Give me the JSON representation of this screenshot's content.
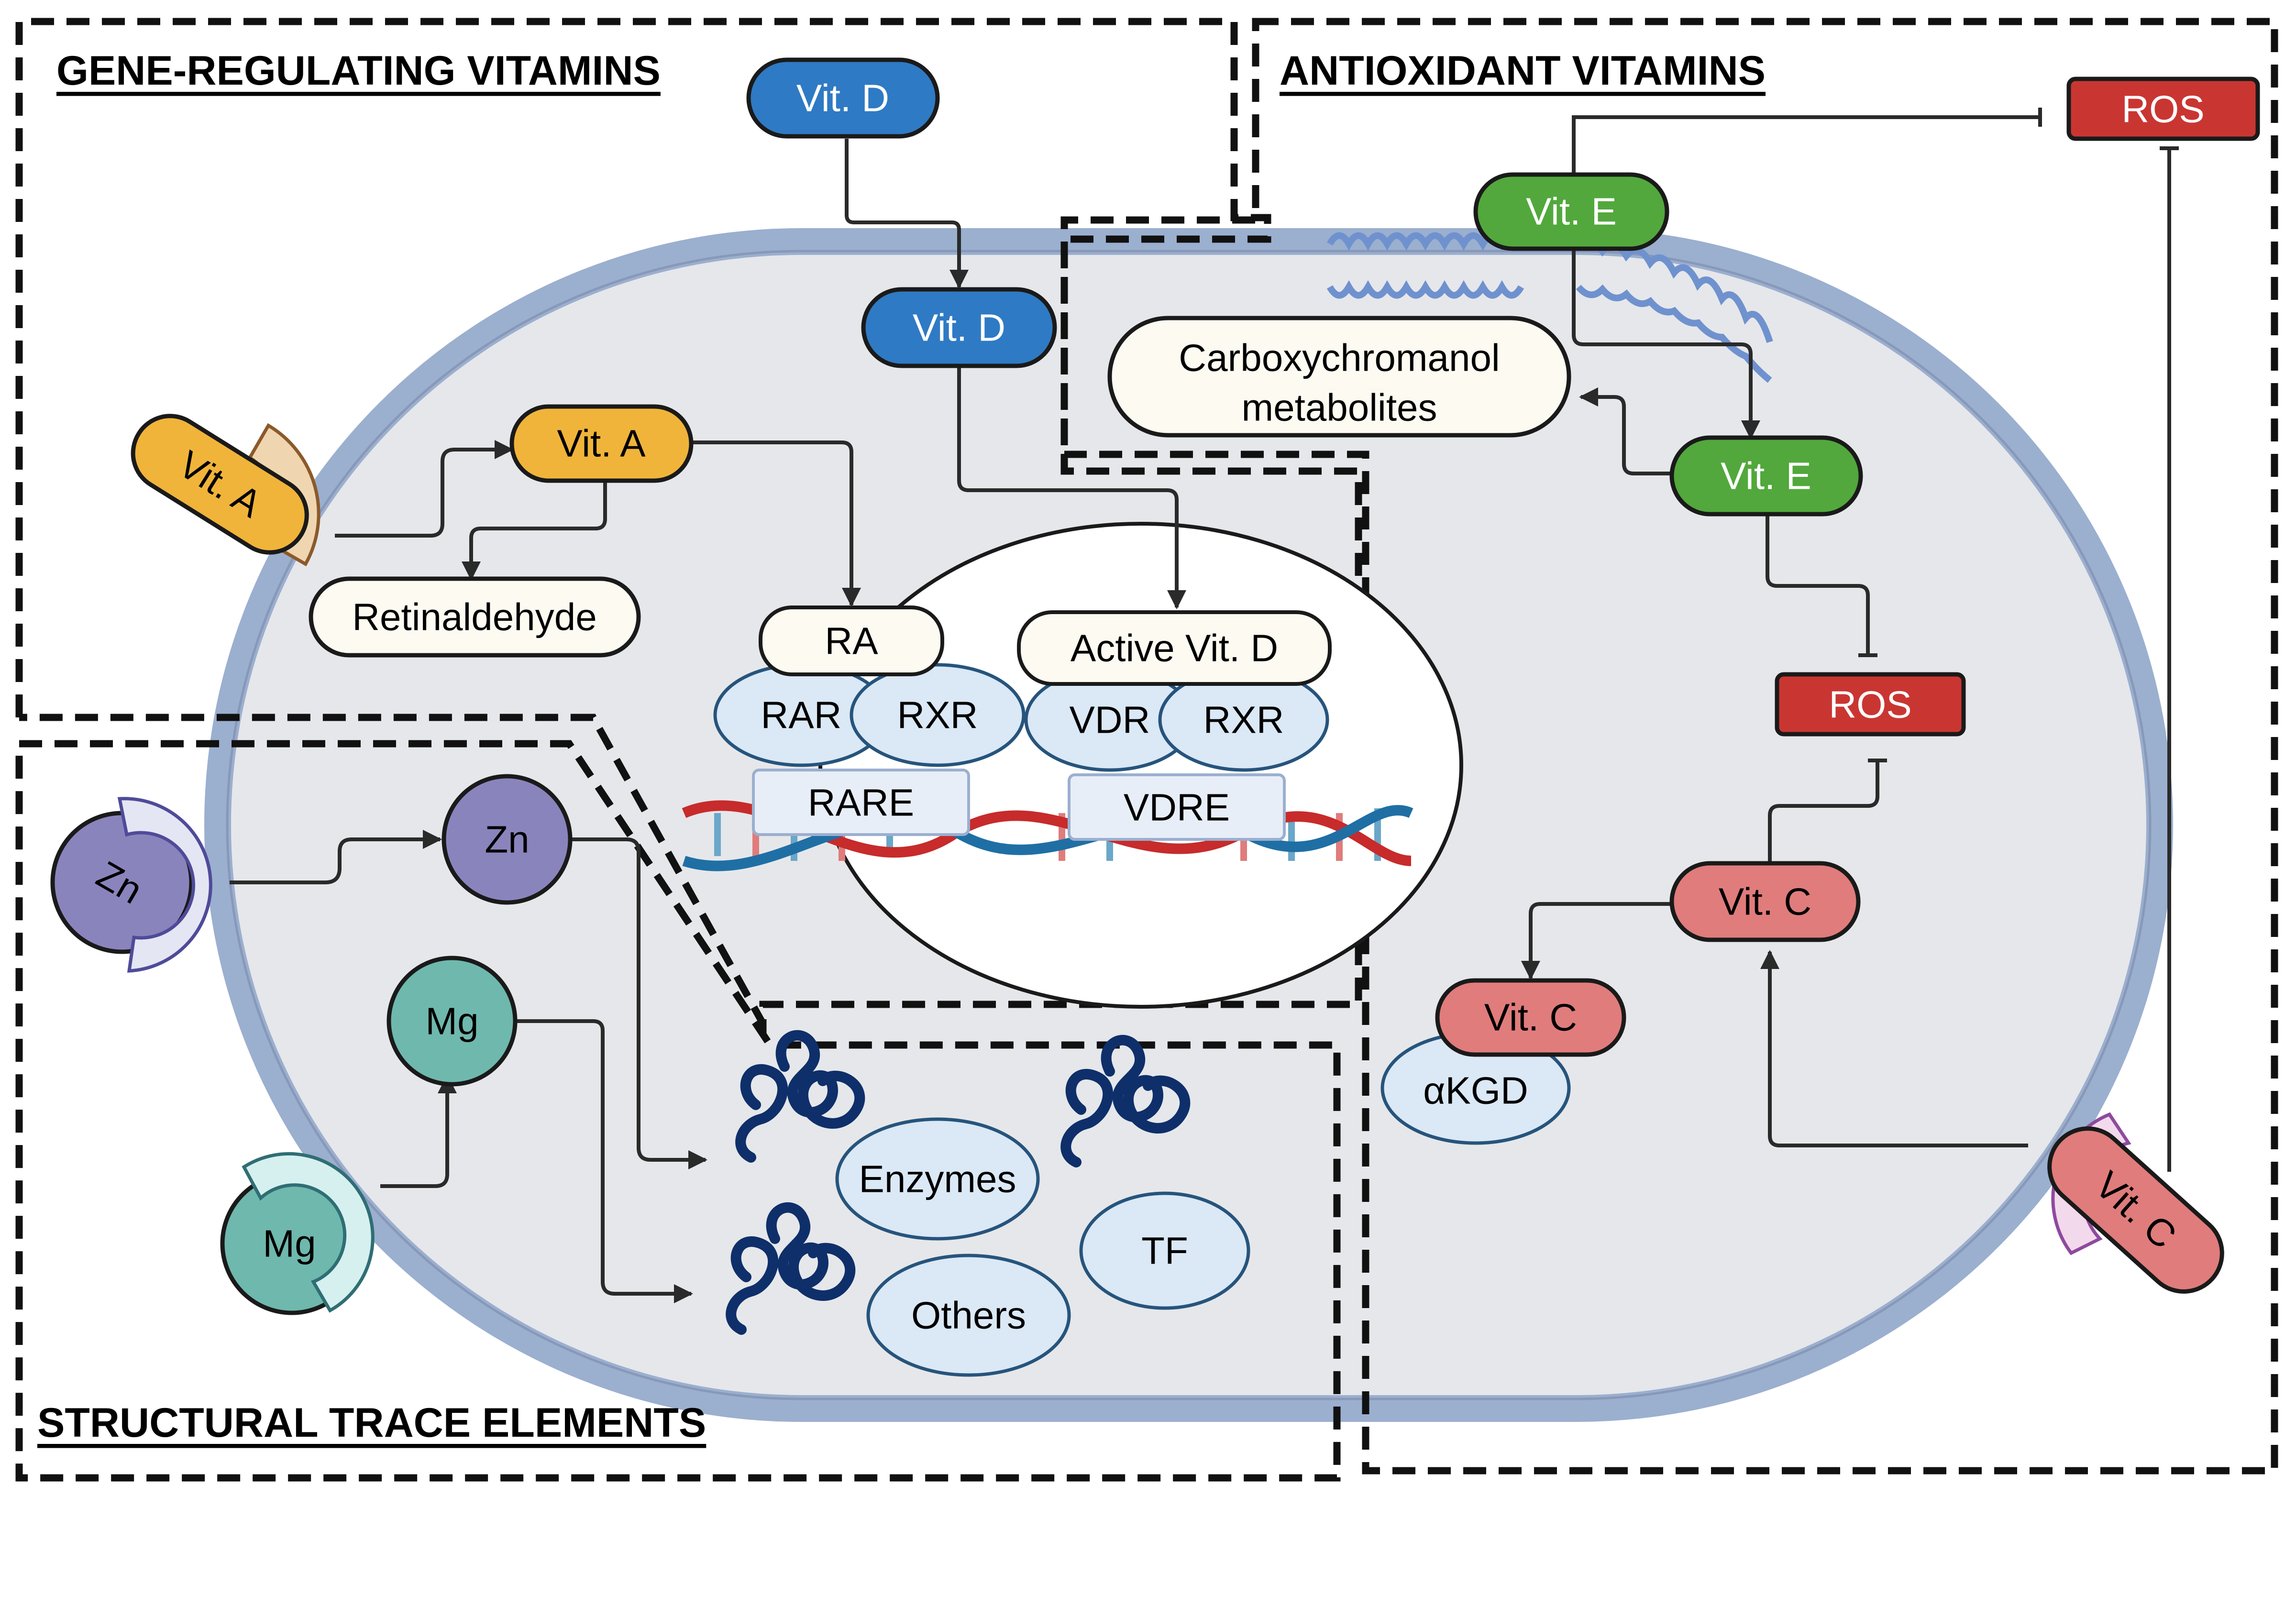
{
  "sections": {
    "gene_regulating": "GENE-REGULATING VITAMINS",
    "antioxidant": "ANTIOXIDANT VITAMINS",
    "structural": "STRUCTURAL TRACE ELEMENTS"
  },
  "nodes": {
    "vitd_out": "Vit. D",
    "vitd_in": "Vit. D",
    "vita_transporter": "Vit. A",
    "vita_in": "Vit. A",
    "retinaldehyde": "Retinaldehyde",
    "ra": "RA",
    "active_vitd": "Active Vit. D",
    "rar": "RAR",
    "rxr_1": "RXR",
    "vdr": "VDR",
    "rxr_2": "RXR",
    "rare": "RARE",
    "vdre": "VDRE",
    "vite_membrane": "Vit. E",
    "vite_in": "Vit. E",
    "carboxy_line1": "Carboxychromanol",
    "carboxy_line2": "metabolites",
    "ros_out": "ROS",
    "ros_in": "ROS",
    "vitc_mid": "Vit. C",
    "vitc_low": "Vit. C",
    "akgd": "αKGD",
    "vitc_transporter": "Vit. C",
    "zn_transporter": "Zn",
    "zn_in": "Zn",
    "mg_transporter": "Mg",
    "mg_in": "Mg",
    "enzymes": "Enzymes",
    "others": "Others",
    "tf": "TF"
  },
  "colors": {
    "vit_d": "#2f7ac4",
    "vit_a": "#f0b43a",
    "vit_e": "#52a83c",
    "vit_c": "#e07c7c",
    "ros": "#c93632",
    "zn": "#8a84bd",
    "mg": "#6fb8ad",
    "receptor": "#dbe8f6",
    "cell": "#e6e7ea",
    "membrane": "#9bafcf",
    "label_box": "#fdfbf1",
    "dna_red": "#c72b2b",
    "dna_blue": "#1f6fa5",
    "protein": "#0e2f6a"
  }
}
